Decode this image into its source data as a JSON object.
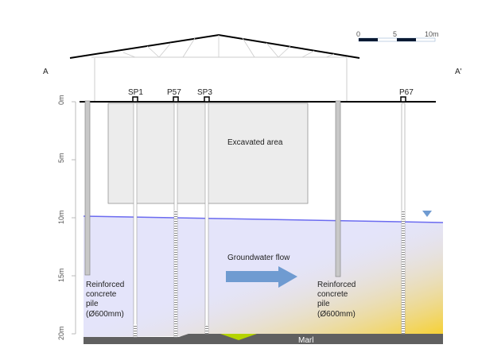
{
  "section": {
    "start_label": "A",
    "end_label": "A'"
  },
  "scale_bar": {
    "ticks": [
      "0",
      "5",
      "10m"
    ]
  },
  "depth_axis": {
    "ticks": [
      "0m",
      "5m",
      "10m",
      "15m",
      "20m"
    ]
  },
  "wells": [
    {
      "label": "SP1"
    },
    {
      "label": "P57"
    },
    {
      "label": "SP3"
    },
    {
      "label": "P67"
    }
  ],
  "labels": {
    "excavated_area": "Excavated area",
    "groundwater_flow": "Groundwater flow",
    "pile_left": [
      "Reinforced",
      "concrete",
      "pile",
      "(Ø600mm)"
    ],
    "pile_right": [
      "Reinforced",
      "concrete",
      "pile",
      "(Ø600mm)"
    ],
    "marl": "Marl"
  },
  "colors": {
    "water": "#e4e4fa",
    "water_line": "#6b6bf0",
    "arrow": "#6f9bd1",
    "contamination": "#f7d02a",
    "marl": "#606060",
    "marker": "#b5d400"
  }
}
